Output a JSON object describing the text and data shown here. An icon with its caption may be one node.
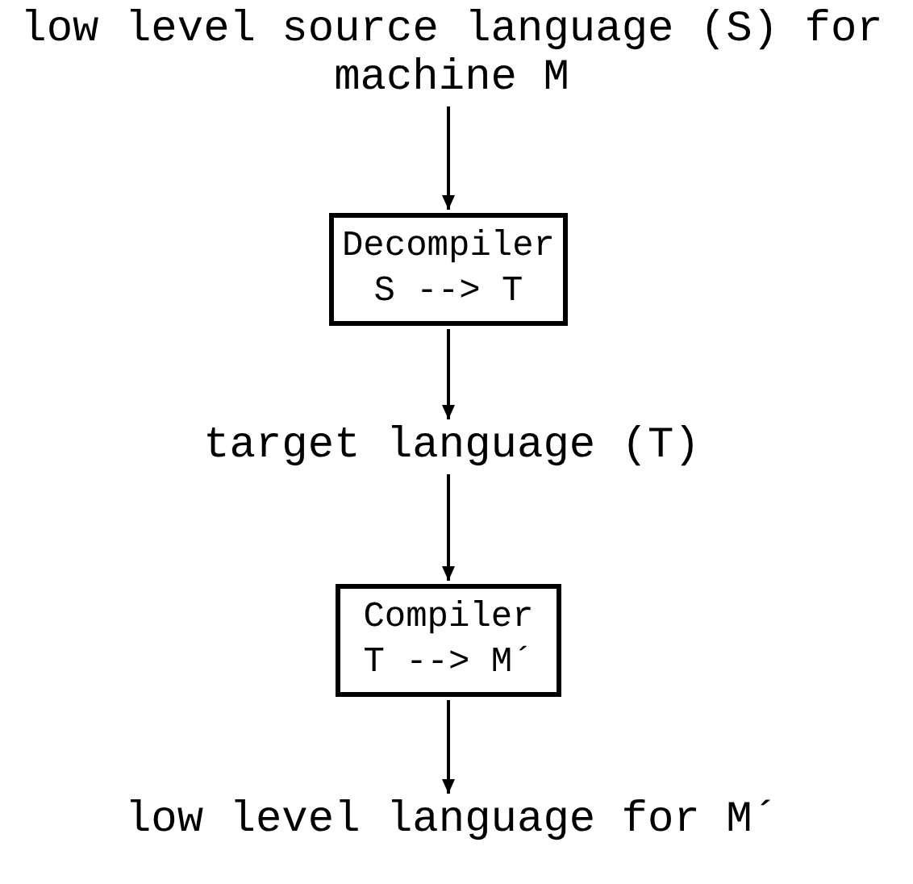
{
  "diagram": {
    "nodes": [
      {
        "text": [
          "low level source language (S) for machine M"
        ]
      },
      {
        "text": [
          "Decompiler",
          "S --> T"
        ]
      },
      {
        "text": [
          "target language (T)"
        ]
      },
      {
        "text": [
          "Compiler",
          "T --> M´"
        ]
      },
      {
        "text": [
          "low level language for M´"
        ]
      }
    ],
    "edges": [
      {
        "from": 0,
        "to": 1,
        "arrow": "to"
      },
      {
        "from": 1,
        "to": 2,
        "arrow": "to"
      },
      {
        "from": 2,
        "to": 3,
        "arrow": "to"
      },
      {
        "from": 3,
        "to": 4,
        "arrow": "to"
      }
    ]
  }
}
